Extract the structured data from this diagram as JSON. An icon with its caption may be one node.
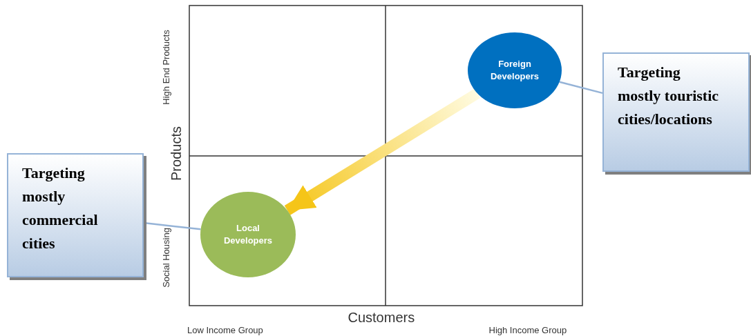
{
  "diagram": {
    "nodes": [
      {
        "text": [
          "Foreign Developers"
        ]
      },
      {
        "text": [
          "Targeting mostly touristic cities/locations"
        ]
      },
      {
        "text": [
          "Targeting mostly commercial cities"
        ]
      },
      {
        "text": [
          "Local Developers"
        ]
      }
    ],
    "edges": [
      {
        "from": 1,
        "to": 0,
        "arrow": "none"
      },
      {
        "from": 2,
        "to": 3,
        "arrow": "none"
      },
      {
        "from": 0,
        "to": 3,
        "arrow": "to",
        "style": "thick",
        "color": "#f5c518"
      }
    ],
    "labels": [
      "High End Products",
      "Products",
      "Social Housing",
      "Customers",
      "Low Income Group",
      "High Income Group"
    ]
  }
}
